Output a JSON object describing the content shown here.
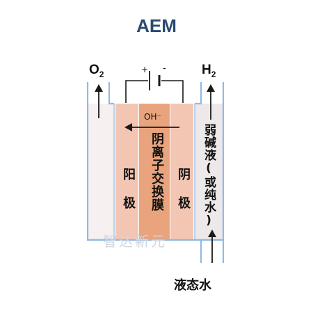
{
  "title": "AEM",
  "oxygen_label": "O",
  "oxygen_subscript": "2",
  "hydrogen_label": "H",
  "hydrogen_subscript": "2",
  "battery": {
    "plus": "+",
    "minus": "-"
  },
  "ion_label": "OH⁻",
  "left_electrode_label": "阳 极",
  "membrane_label": "阴离子交换膜",
  "right_electrode_label": "阴 极",
  "electrolyte_label": "弱碱液(或纯水)",
  "liquid_water_label": "液态水",
  "watermark": "智达新元",
  "colors": {
    "title": "#2b4a73",
    "cell_outline": "#93b9e2",
    "outer_channel": "#f6f0f0",
    "electrode": "#f3c6b4",
    "membrane": "#e9a47e",
    "electrolyte": "#ede8ea"
  }
}
